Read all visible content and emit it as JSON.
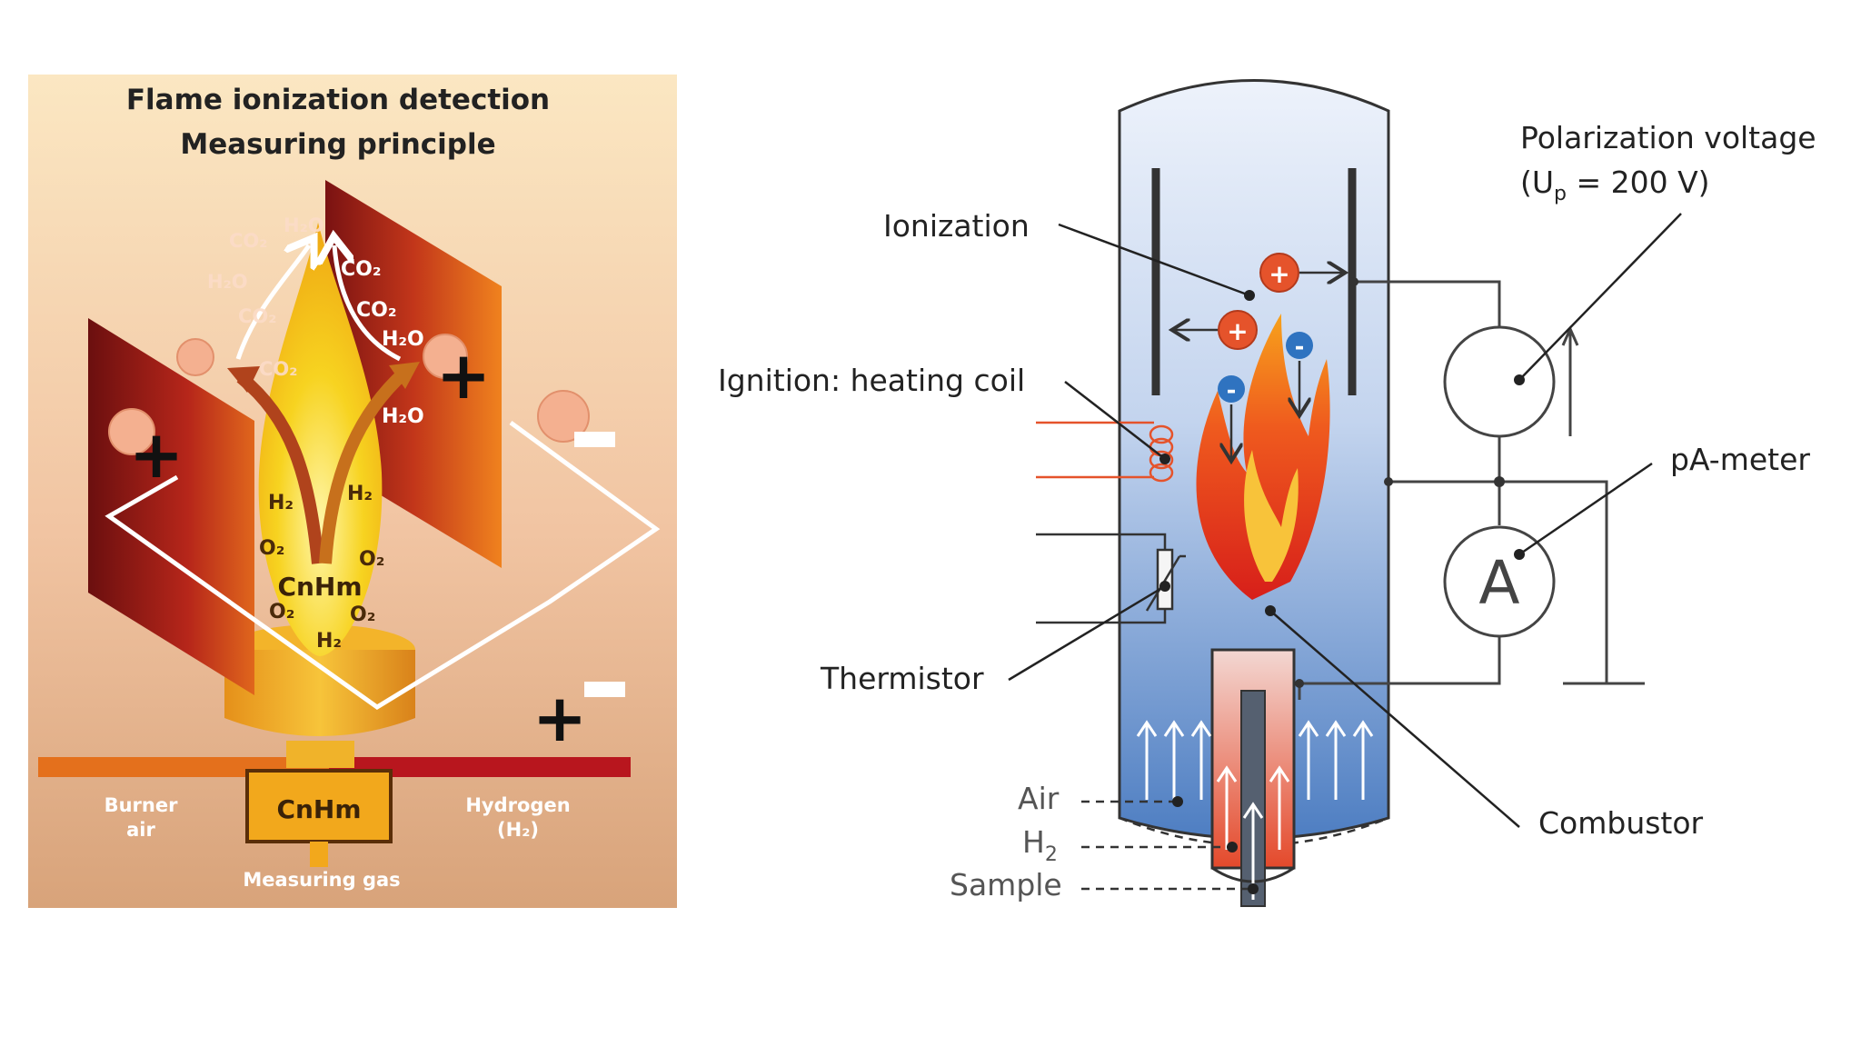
{
  "left_panel": {
    "title_line1": "Flame ionization detection",
    "title_line2": "Measuring principle",
    "species": {
      "co2": "CO₂",
      "h2o": "H₂O",
      "h2": "H₂",
      "o2": "O₂",
      "cnhm": "CnHm"
    },
    "source_box": "CnHm",
    "burner_air": [
      "Burner",
      "air"
    ],
    "hydrogen": [
      "Hydrogen",
      "(H₂)"
    ],
    "measuring_gas": "Measuring gas",
    "plus_sign": "+",
    "colors": {
      "background_top": "#fbe5c4",
      "background_bottom": "#d9a27c",
      "electrode": "#d24a16",
      "flame": "#f6c616"
    }
  },
  "right_panel": {
    "labels": {
      "ionization": "Ionization",
      "ignition": "Ignition: heating coil",
      "thermistor": "Thermistor",
      "polarization_line1": "Polarization voltage",
      "polarization_line2_prefix": "(U",
      "polarization_sub": "p",
      "polarization_line2_suffix": " = 200 V)",
      "pa_meter": "pA-meter",
      "combustor": "Combustor",
      "air": "Air",
      "h2_prefix": "H",
      "h2_sub": "2",
      "sample": "Sample"
    },
    "meter_symbol": "A",
    "ion_plus": "+",
    "ion_minus": "-",
    "colors": {
      "chamber_top": "#e9f0fa",
      "chamber_bottom": "#4f7fc4",
      "ion_positive": "#e5532b",
      "ion_negative": "#2f73c0",
      "heater": "#e5532b",
      "wire": "#333333"
    }
  }
}
